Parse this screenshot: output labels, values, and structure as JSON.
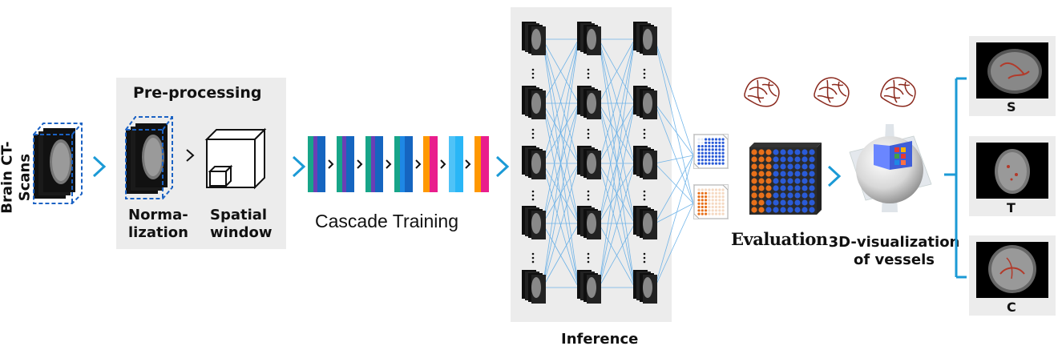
{
  "input": {
    "label": "Brain CT-Scans"
  },
  "preprocessing": {
    "title": "Pre-processing",
    "normalization_label_1": "Norma-",
    "normalization_label_2": "lization",
    "spatial_label_1": "Spatial",
    "spatial_label_2": "window"
  },
  "training": {
    "label": "Cascade Training",
    "strip_colors": [
      "#17a589",
      "#6a3fb5",
      "#1565c0",
      "#ff9800",
      "#e91e8c",
      "#29b6f6"
    ]
  },
  "inference": {
    "label": "Inference"
  },
  "evaluation": {
    "label": "Evaluation"
  },
  "visualization": {
    "label_1": "3D-visualization",
    "label_2": "of vessels"
  },
  "views": [
    {
      "label": "S"
    },
    {
      "label": "T"
    },
    {
      "label": "C"
    }
  ],
  "colors": {
    "accent": "#1b9ad6",
    "panel": "#ececec",
    "orange": "#e8701a",
    "blue_dot": "#2a5bd7"
  }
}
